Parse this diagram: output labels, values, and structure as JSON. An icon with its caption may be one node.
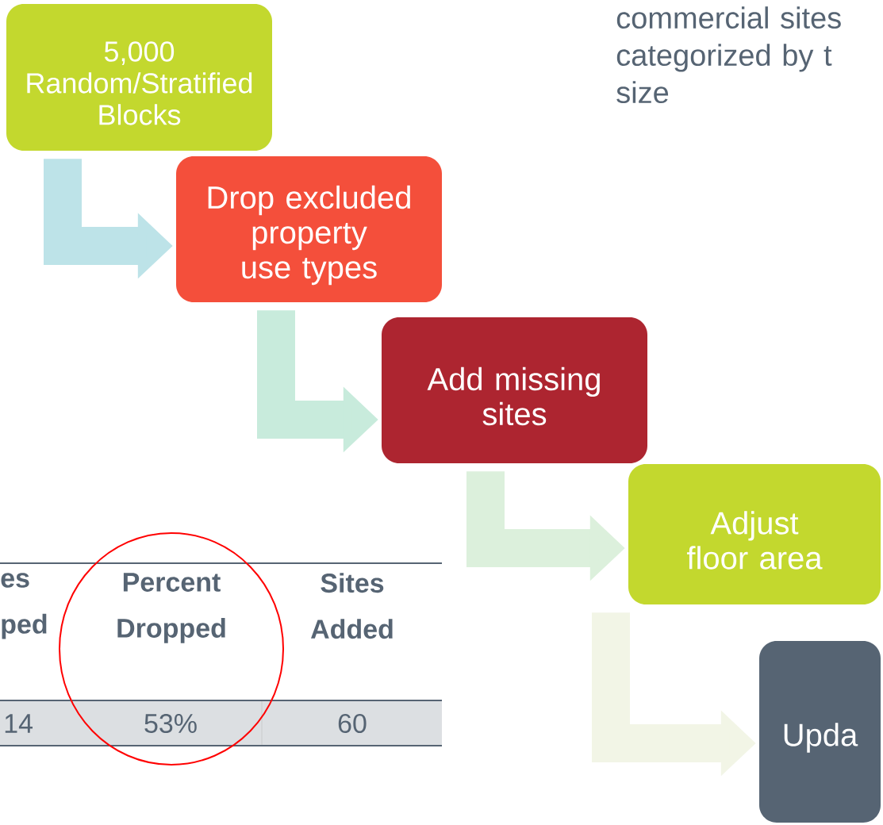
{
  "diagram": {
    "nodes": [
      {
        "text": [
          "5,000 Random/Stratified Blocks"
        ]
      },
      {
        "text": [
          "Drop excluded property use types"
        ]
      },
      {
        "text": [
          "Add missing sites"
        ]
      },
      {
        "text": [
          "Adjust floor area"
        ]
      },
      {
        "text": [
          "Upda"
        ]
      }
    ],
    "edges": [
      {
        "from": 0,
        "to": 1,
        "arrow": "to",
        "color": "#bde3e8"
      },
      {
        "from": 1,
        "to": 2,
        "arrow": "to",
        "color": "#c8ebdc"
      },
      {
        "from": 2,
        "to": 3,
        "arrow": "to",
        "color": "#dcf0dc"
      },
      {
        "from": 3,
        "to": 4,
        "arrow": "to",
        "color": "#f2f5e6"
      }
    ],
    "labels": [
      "commercial sites categorized by t size",
      "es ped",
      "Percent Dropped",
      "Sites Added",
      "14",
      "53%",
      "60"
    ]
  }
}
